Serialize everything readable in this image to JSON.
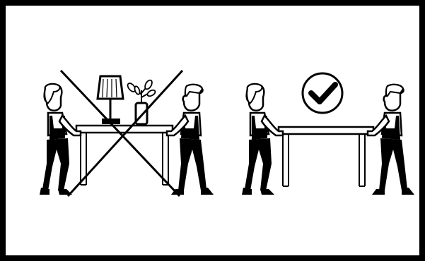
{
  "diagram": {
    "panels": [
      {
        "id": "wrong",
        "status": "incorrect",
        "description_icons": [
          "cross-mark-icon"
        ],
        "objects_on_table": [
          "lamp",
          "vase"
        ]
      },
      {
        "id": "right",
        "status": "correct",
        "description_icons": [
          "checkmark-icon"
        ],
        "objects_on_table": []
      }
    ],
    "colors": {
      "stroke": "#000000",
      "background": "#ffffff"
    }
  }
}
